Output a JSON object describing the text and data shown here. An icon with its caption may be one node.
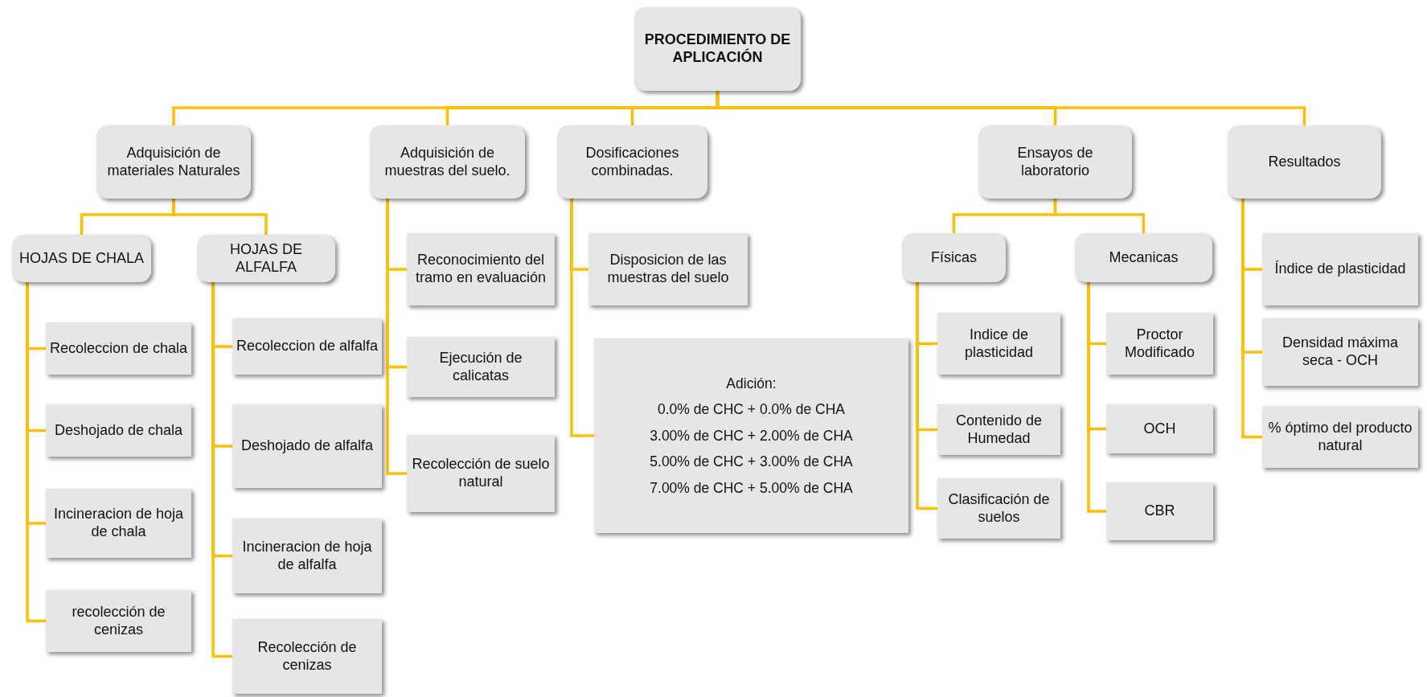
{
  "diagram": {
    "nodes": [
      {
        "text": [
          "PROCEDIMIENTO DE APLICACIÓN"
        ]
      },
      {
        "text": [
          "Adquisición de materiales Naturales"
        ]
      },
      {
        "text": [
          "Adquisición de muestras del suelo."
        ]
      },
      {
        "text": [
          "Dosificaciones combinadas."
        ]
      },
      {
        "text": [
          "Ensayos de laboratorio"
        ]
      },
      {
        "text": [
          "Resultados"
        ]
      },
      {
        "text": [
          "HOJAS DE CHALA"
        ]
      },
      {
        "text": [
          "HOJAS DE ALFALFA"
        ]
      },
      {
        "text": [
          "Recoleccion de chala"
        ]
      },
      {
        "text": [
          "Deshojado de chala"
        ]
      },
      {
        "text": [
          "Incineracion de hoja de chala"
        ]
      },
      {
        "text": [
          "recolección de cenizas"
        ]
      },
      {
        "text": [
          "Recoleccion de alfalfa"
        ]
      },
      {
        "text": [
          "Deshojado de alfalfa"
        ]
      },
      {
        "text": [
          "Incineracion de hoja de alfalfa"
        ]
      },
      {
        "text": [
          "Recolección de cenizas"
        ]
      },
      {
        "text": [
          "Reconocimiento del tramo en evaluación"
        ]
      },
      {
        "text": [
          "Ejecución de calicatas"
        ]
      },
      {
        "text": [
          "Recolección de suelo natural"
        ]
      },
      {
        "text": [
          "Disposicion de las muestras del suelo"
        ]
      },
      {
        "text": [
          "Adición:",
          "0.0% de CHC + 0.0% de CHA",
          "3.00% de CHC + 2.00% de CHA",
          "5.00% de CHC +  3.00% de CHA",
          "7.00% de CHC + 5.00% de CHA"
        ]
      },
      {
        "text": [
          "Físicas"
        ]
      },
      {
        "text": [
          "Mecanicas"
        ]
      },
      {
        "text": [
          "Indice de plasticidad"
        ]
      },
      {
        "text": [
          "Contenido de Humedad"
        ]
      },
      {
        "text": [
          "Clasificación de suelos"
        ]
      },
      {
        "text": [
          "Proctor Modificado"
        ]
      },
      {
        "text": [
          "OCH"
        ]
      },
      {
        "text": [
          "CBR"
        ]
      },
      {
        "text": [
          "Índice de plasticidad"
        ]
      },
      {
        "text": [
          "Densidad máxima seca - OCH"
        ]
      },
      {
        "text": [
          "% óptimo del producto natural"
        ]
      }
    ],
    "edges": [
      {
        "from": 0,
        "to": 1,
        "arrow": "none"
      },
      {
        "from": 0,
        "to": 2,
        "arrow": "none"
      },
      {
        "from": 0,
        "to": 3,
        "arrow": "none"
      },
      {
        "from": 0,
        "to": 4,
        "arrow": "none"
      },
      {
        "from": 0,
        "to": 5,
        "arrow": "none"
      },
      {
        "from": 1,
        "to": 6,
        "arrow": "none"
      },
      {
        "from": 1,
        "to": 7,
        "arrow": "none"
      },
      {
        "from": 6,
        "to": 8,
        "arrow": "none"
      },
      {
        "from": 6,
        "to": 9,
        "arrow": "none"
      },
      {
        "from": 6,
        "to": 10,
        "arrow": "none"
      },
      {
        "from": 6,
        "to": 11,
        "arrow": "none"
      },
      {
        "from": 7,
        "to": 12,
        "arrow": "none"
      },
      {
        "from": 7,
        "to": 13,
        "arrow": "none"
      },
      {
        "from": 7,
        "to": 14,
        "arrow": "none"
      },
      {
        "from": 7,
        "to": 15,
        "arrow": "none"
      },
      {
        "from": 2,
        "to": 16,
        "arrow": "none"
      },
      {
        "from": 2,
        "to": 17,
        "arrow": "none"
      },
      {
        "from": 2,
        "to": 18,
        "arrow": "none"
      },
      {
        "from": 3,
        "to": 19,
        "arrow": "none"
      },
      {
        "from": 3,
        "to": 20,
        "arrow": "none"
      },
      {
        "from": 4,
        "to": 21,
        "arrow": "none"
      },
      {
        "from": 4,
        "to": 22,
        "arrow": "none"
      },
      {
        "from": 21,
        "to": 23,
        "arrow": "none"
      },
      {
        "from": 21,
        "to": 24,
        "arrow": "none"
      },
      {
        "from": 21,
        "to": 25,
        "arrow": "none"
      },
      {
        "from": 22,
        "to": 26,
        "arrow": "none"
      },
      {
        "from": 22,
        "to": 27,
        "arrow": "none"
      },
      {
        "from": 22,
        "to": 28,
        "arrow": "none"
      },
      {
        "from": 5,
        "to": 29,
        "arrow": "none"
      },
      {
        "from": 5,
        "to": 30,
        "arrow": "none"
      },
      {
        "from": 5,
        "to": 31,
        "arrow": "none"
      }
    ]
  }
}
